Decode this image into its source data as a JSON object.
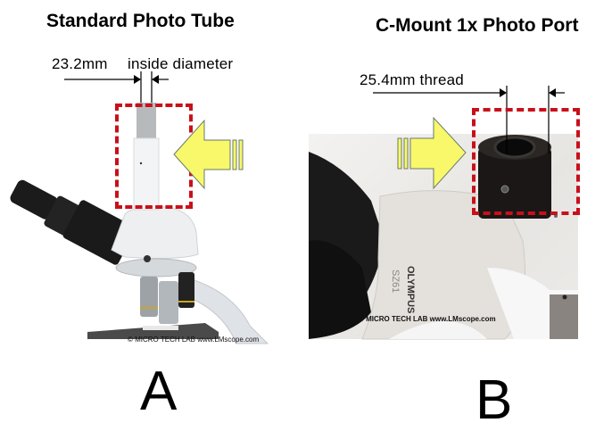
{
  "panel_a": {
    "title": "Standard Photo Tube",
    "dimension_value": "23.2mm",
    "dimension_label": "inside diameter",
    "credit": "© MICRO TECH LAB  www.LMscope.com",
    "letter": "A"
  },
  "panel_b": {
    "title": "C-Mount 1x Photo Port",
    "dimension_label": "25.4mm thread",
    "credit": "© MICRO TECH LAB  www.LMscope.com",
    "brand_text": "OLYMPUS",
    "model_text": "SZ61",
    "letter": "B"
  },
  "colors": {
    "highlight_box": "#c8101a",
    "arrow_fill": "#f8f86a",
    "arrow_stroke": "#6a7a6a"
  }
}
